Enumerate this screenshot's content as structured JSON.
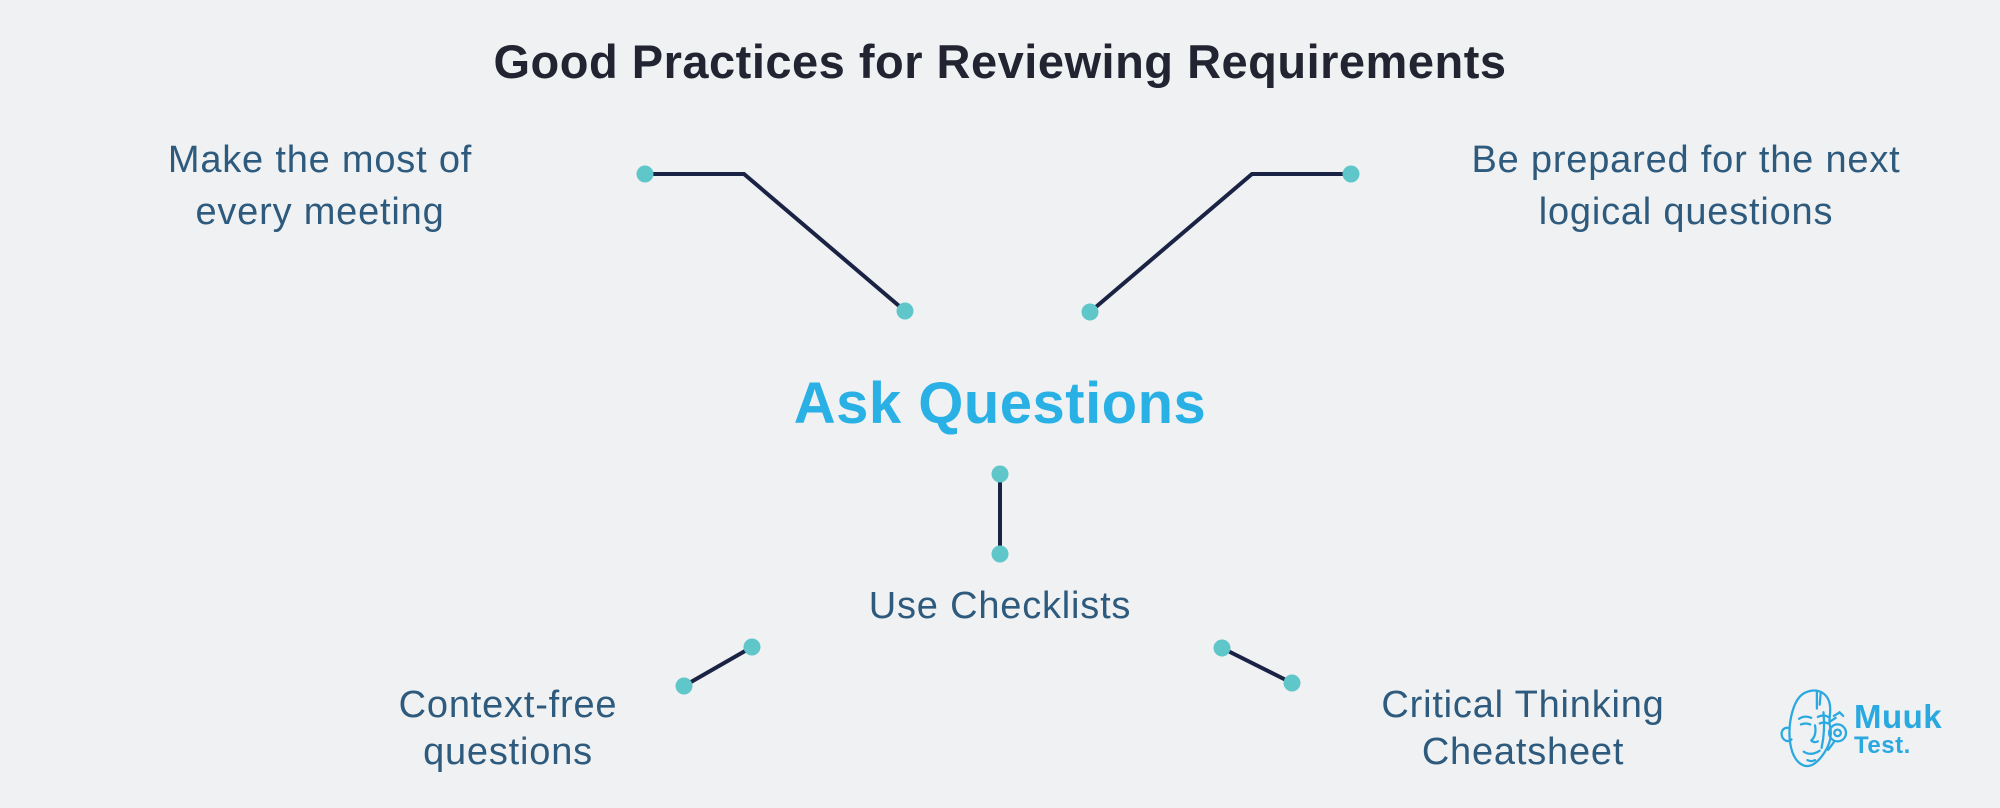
{
  "title": "Good Practices for Reviewing Requirements",
  "center_node": {
    "label": "Ask Questions"
  },
  "nodes": {
    "top_left": {
      "line1": "Make the most of",
      "line2": "every meeting"
    },
    "top_right": {
      "line1": "Be prepared for the next",
      "line2": "logical questions"
    },
    "middle": {
      "label": "Use Checklists"
    },
    "bottom_left": {
      "line1": "Context-free",
      "line2": "questions"
    },
    "bottom_right": {
      "line1": "Critical Thinking",
      "line2": "Cheatsheet"
    }
  },
  "logo": {
    "brand_top": "Muuk",
    "brand_bottom": "Test.",
    "face_icon": "sketched-face-icon"
  },
  "colors": {
    "background": "#eff1f2",
    "title_text": "#222531",
    "node_text": "#2d5a7d",
    "center_node_text": "#29b0e5",
    "connector_line": "#1b2345",
    "connector_dot": "#5fc6c9",
    "logo": "#2aa8e0"
  }
}
